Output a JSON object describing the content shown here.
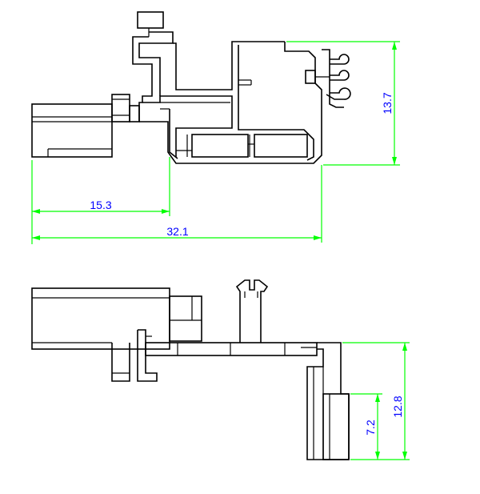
{
  "colors": {
    "background": "#ffffff",
    "outline": "#000000",
    "dimension_line": "#00ff00",
    "dimension_text": "#0000ff"
  },
  "top_view": {
    "dimensions": {
      "height": "13.7",
      "inner_width": "15.3",
      "overall_width": "32.1"
    }
  },
  "bottom_view": {
    "dimensions": {
      "outer_height": "12.8",
      "inner_height": "7.2"
    }
  }
}
